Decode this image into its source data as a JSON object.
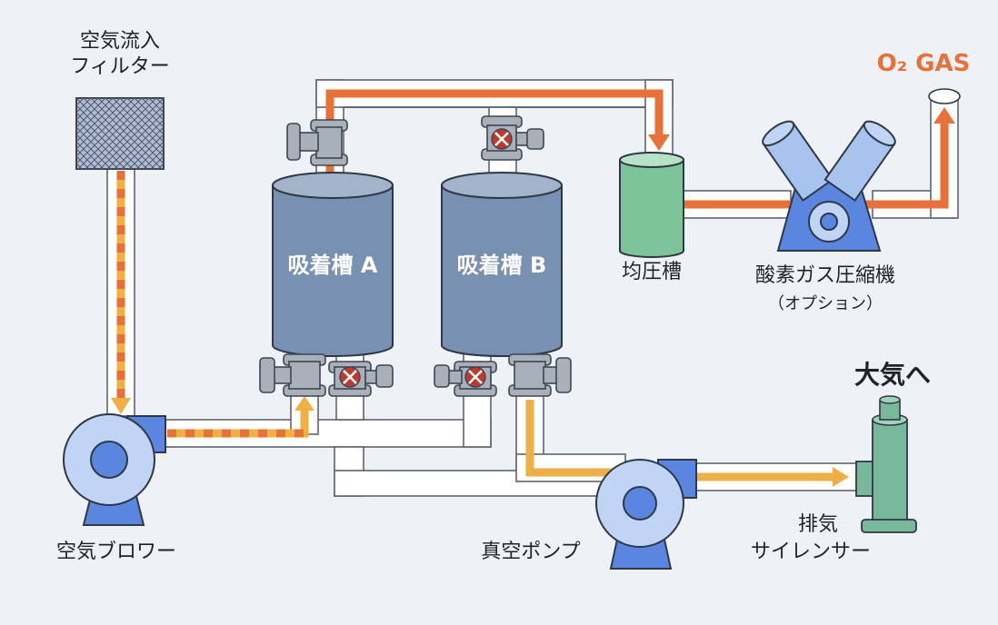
{
  "labels": {
    "filter_line1": "空気流入",
    "filter_line2": "フィルター",
    "tank_a": "吸着槽 A",
    "tank_b": "吸着槽 B",
    "equalizer": "均圧槽",
    "compressor_line1": "酸素ガス圧縮機",
    "compressor_line2": "（オプション）",
    "o2_gas": "O₂ GAS",
    "to_atmosphere": "大気へ",
    "blower": "空気ブロワー",
    "vacuum_pump": "真空ポンプ",
    "silencer_line1": "排気",
    "silencer_line2": "サイレンサー"
  },
  "colors": {
    "background": "#eef1f6",
    "oxygen_flow": "#e8713a",
    "air_flow_orange": "#e8713a",
    "air_flow_yellow": "#f1b042",
    "exhaust_flow": "#eeb046",
    "tank_body": "#7890b2",
    "tank_top": "#a3b3c9",
    "equalizer_tank": "#7cc49a",
    "silencer": "#78b99b",
    "machine_blue": "#5a86df",
    "machine_light": "#c0d4f5",
    "valve_gray": "#a9b0ba",
    "valve_red": "#c2392b",
    "pipe_white": "#ffffff",
    "pipe_outline": "#5f6470",
    "text": "#1f2329"
  },
  "icons": {
    "filter": "mesh-filter-icon",
    "blower": "blower-icon",
    "vacuum_pump": "vacuum-pump-icon",
    "compressor": "compressor-icon",
    "silencer": "silencer-icon",
    "valve_open": "valve-open-icon",
    "valve_closed": "valve-closed-icon"
  }
}
